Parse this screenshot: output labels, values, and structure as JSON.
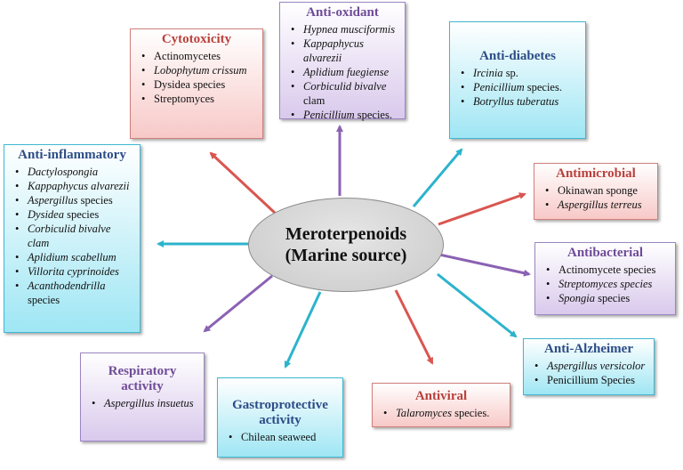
{
  "center": {
    "line1": "Meroterpenoids",
    "line2": "(Marine source)"
  },
  "colors": {
    "red": "#d95650",
    "violet": "#8b62b3",
    "cyan": "#2db3cc"
  },
  "boxes": {
    "cytotoxicity": {
      "title": "Cytotoxicity",
      "items": [
        {
          "t1": "Actinomycetes"
        },
        {
          "t1": "Lobophytum crissum"
        },
        {
          "t1": "Dysidea species"
        },
        {
          "t1": "Streptomyces"
        }
      ]
    },
    "antioxidant": {
      "title": "Anti-oxidant",
      "items": [
        {
          "t1": "Hypnea musciformis"
        },
        {
          "t1": "Kappaphycus alvarezii"
        },
        {
          "t1": "Aplidium fuegiense"
        },
        {
          "t1": "Corbiculid bivalve",
          "t2": "clam"
        },
        {
          "t1": "Penicillium",
          "t2": " species."
        }
      ]
    },
    "antidiabetes": {
      "title": "Anti-diabetes",
      "items": [
        {
          "t1": "Ircinia",
          "t2": " sp."
        },
        {
          "t1": "Penicillium",
          "t2": " species."
        },
        {
          "t1": "Botryllus tuberatus"
        }
      ]
    },
    "antiinflammatory": {
      "title": "Anti-inflammatory",
      "items": [
        {
          "t1": "Dactylospongia"
        },
        {
          "t1": "Kappaphycus alvarezii"
        },
        {
          "t1": "Aspergillus",
          "t2": " species"
        },
        {
          "t1": "Dysidea",
          "t2": " species"
        },
        {
          "t1": "Corbiculid bivalve clam"
        },
        {
          "t1": "Aplidium scabellum"
        },
        {
          "t1": "Villorita cyprinoides"
        },
        {
          "t1": "Acanthodendrilla",
          "t2": "species"
        }
      ]
    },
    "antimicrobial": {
      "title": "Antimicrobial",
      "items": [
        {
          "t1": "Okinawan sponge"
        },
        {
          "t1": "Aspergillus terreus"
        }
      ]
    },
    "antibacterial": {
      "title": "Antibacterial",
      "items": [
        {
          "t1": "Actinomycete species"
        },
        {
          "t1": "Streptomyces species"
        },
        {
          "t1": "Spongia",
          "t2": " species"
        }
      ]
    },
    "antialzheimer": {
      "title": "Anti-Alzheimer",
      "items": [
        {
          "t1": "Aspergillus versicolor"
        },
        {
          "t1": "Penicillium Species"
        }
      ]
    },
    "antiviral": {
      "title": "Antiviral",
      "items": [
        {
          "t1": "Talaromyces",
          "t2": " species."
        }
      ]
    },
    "gastroprotective": {
      "title1": "Gastroprotective",
      "title2": "activity",
      "items": [
        {
          "t1": "Chilean seaweed"
        }
      ]
    },
    "respiratory": {
      "title1": "Respiratory",
      "title2": "activity",
      "items": [
        {
          "t1": "Aspergillus insuetus"
        }
      ]
    }
  }
}
